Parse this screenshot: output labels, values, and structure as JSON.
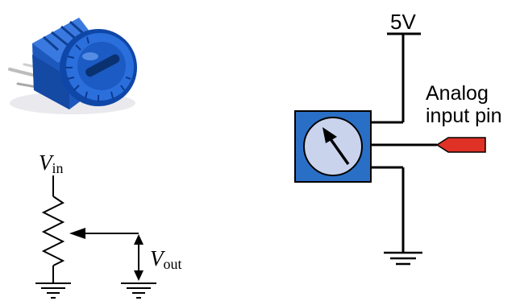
{
  "potentiometer_photo": {
    "icon": "potentiometer-photo",
    "body_color": "#1f5fc8",
    "body_shadow": "#0d3d8f",
    "pin_color": "#c8c8c8"
  },
  "schematic": {
    "vin_symbol": "V",
    "vin_subscript": "in",
    "vout_symbol": "V",
    "vout_subscript": "out",
    "line_color": "#000000"
  },
  "wiring": {
    "supply_label": "5V",
    "pin_label_line1": "Analog",
    "pin_label_line2": "input pin",
    "pot_body_color": "#2a6fc6",
    "pot_dial_color": "#c9d3ec",
    "pin_color": "#e03127",
    "line_color": "#000000"
  }
}
